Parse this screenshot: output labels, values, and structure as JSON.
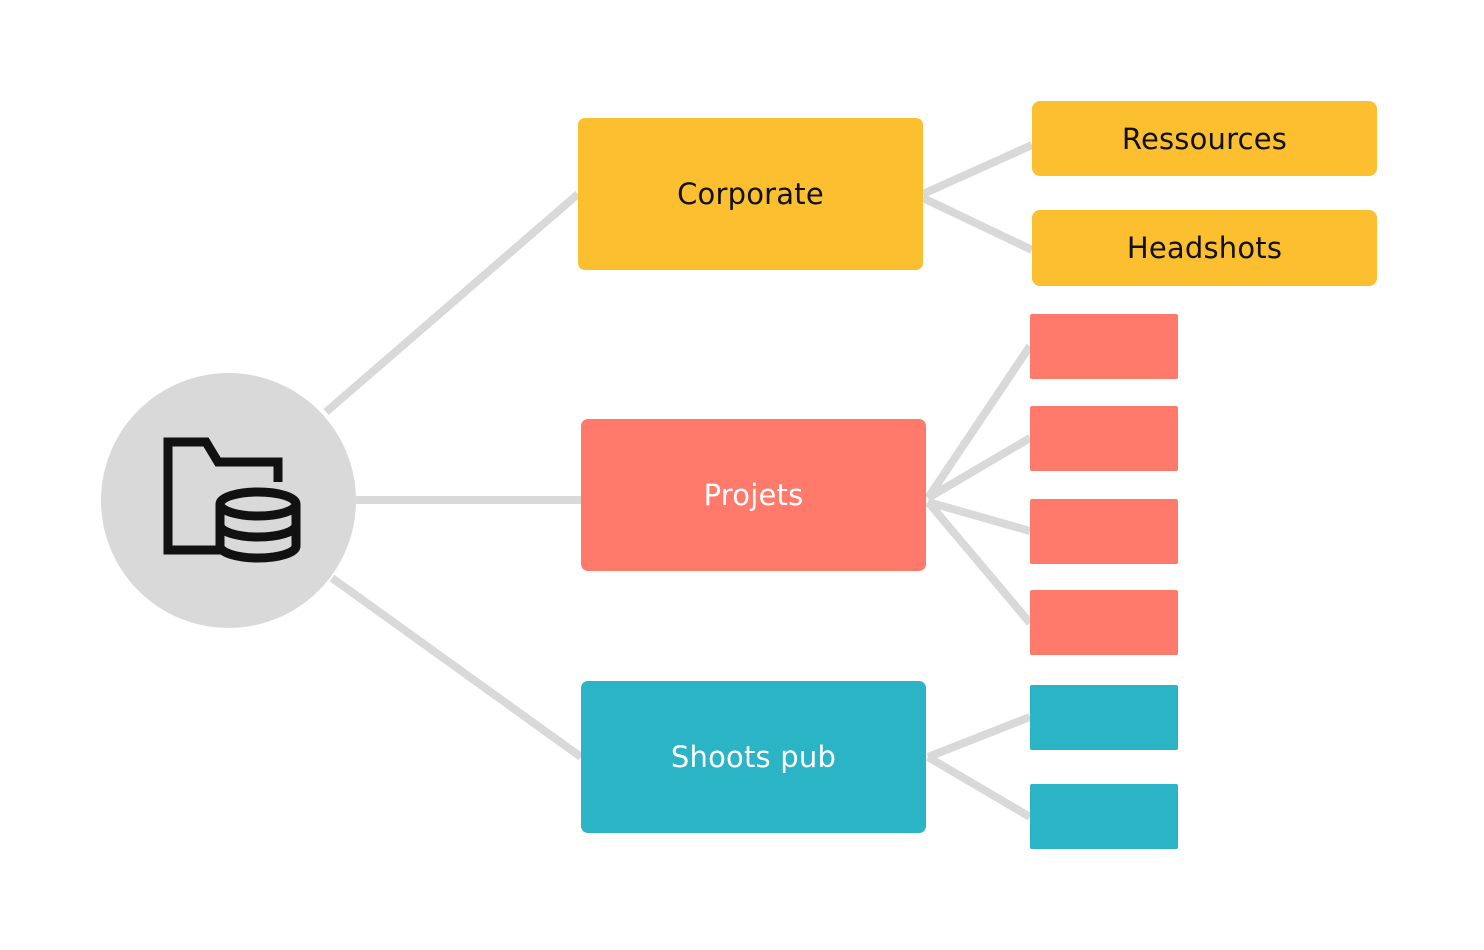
{
  "colors": {
    "background": "#ffffff",
    "connector": "#d9d9d9",
    "root_circle": "#d9d9d9",
    "icon": "#111111",
    "yellow": "#fbbf2f",
    "coral": "#ff7a6a",
    "teal": "#2bb3c6",
    "dark_text": "#111111",
    "light_text": "#ffffff"
  },
  "root": {
    "icon": "folder-database-icon"
  },
  "branches": [
    {
      "id": "corporate",
      "label": "Corporate",
      "color": "yellow",
      "text_color": "dark_text",
      "children": [
        {
          "label": "Ressources"
        },
        {
          "label": "Headshots"
        }
      ]
    },
    {
      "id": "projets",
      "label": "Projets",
      "color": "coral",
      "text_color": "light_text",
      "children": [
        {
          "label": ""
        },
        {
          "label": ""
        },
        {
          "label": ""
        },
        {
          "label": ""
        }
      ]
    },
    {
      "id": "shoots-pub",
      "label": "Shoots pub",
      "color": "teal",
      "text_color": "light_text",
      "children": [
        {
          "label": ""
        },
        {
          "label": ""
        }
      ]
    }
  ]
}
